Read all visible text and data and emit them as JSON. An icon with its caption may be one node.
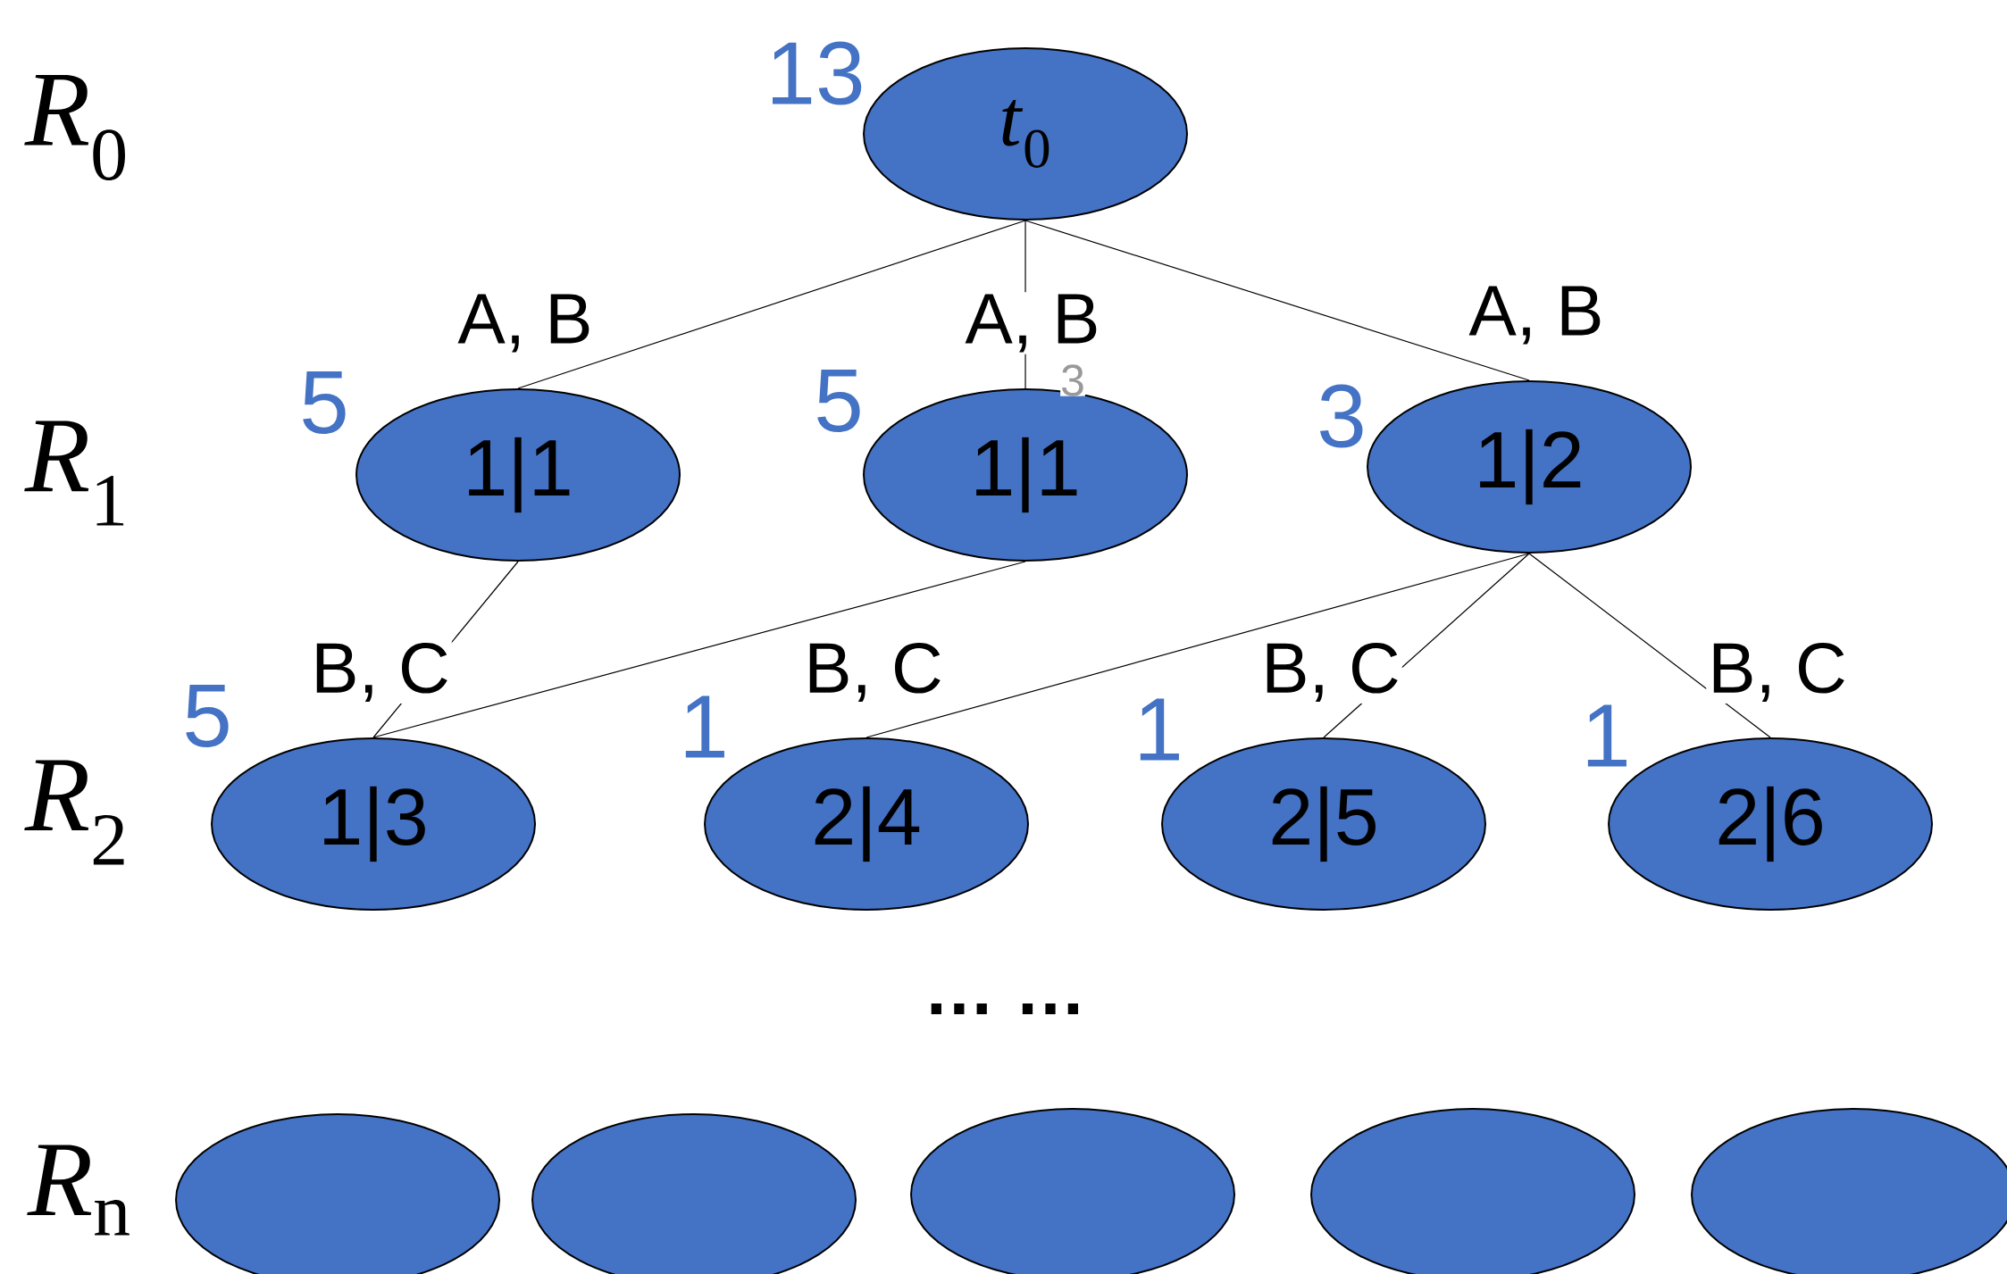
{
  "diagram": {
    "nodes": [
      {
        "text": [
          "*t*$_{0}$"
        ],
        "beside": [
          "13"
        ]
      },
      {
        "text": [
          "1|1"
        ],
        "beside": [
          "5"
        ]
      },
      {
        "text": [
          "1|1"
        ],
        "beside": [
          "5"
        ]
      },
      {
        "text": [
          "1|2"
        ],
        "beside": [
          "3"
        ]
      },
      {
        "text": [
          "1|3"
        ],
        "beside": [
          "5"
        ]
      },
      {
        "text": [
          "2|4"
        ],
        "beside": [
          "1"
        ]
      },
      {
        "text": [
          "2|5"
        ],
        "beside": [
          "1"
        ]
      },
      {
        "text": [
          "2|6"
        ],
        "beside": [
          "1"
        ]
      },
      {
        "text": [],
        "shape": "ellipse"
      },
      {
        "text": [],
        "shape": "ellipse"
      },
      {
        "text": [],
        "shape": "ellipse"
      },
      {
        "text": [],
        "shape": "ellipse"
      },
      {
        "text": [],
        "shape": "ellipse"
      }
    ],
    "edges": [
      {
        "from": 0,
        "to": 1,
        "arrow": "none",
        "label": "A, B"
      },
      {
        "from": 0,
        "to": 2,
        "arrow": "none",
        "label": "A, B"
      },
      {
        "from": 0,
        "to": 3,
        "arrow": "none",
        "label": "A, B"
      },
      {
        "from": 1,
        "to": 4,
        "arrow": "none",
        "label": "B, C"
      },
      {
        "from": 2,
        "to": 4,
        "arrow": "none"
      },
      {
        "from": 3,
        "to": 5,
        "arrow": "none",
        "label": "B, C"
      },
      {
        "from": 3,
        "to": 6,
        "arrow": "none",
        "label": "B, C"
      },
      {
        "from": 3,
        "to": 7,
        "arrow": "none",
        "label": "B, C"
      }
    ],
    "labels": [
      "*R*$_{0}$",
      "3",
      "*R*$_{1}$",
      "*R*$_{2}$",
      "… …",
      "*R*$_{n}$"
    ]
  }
}
